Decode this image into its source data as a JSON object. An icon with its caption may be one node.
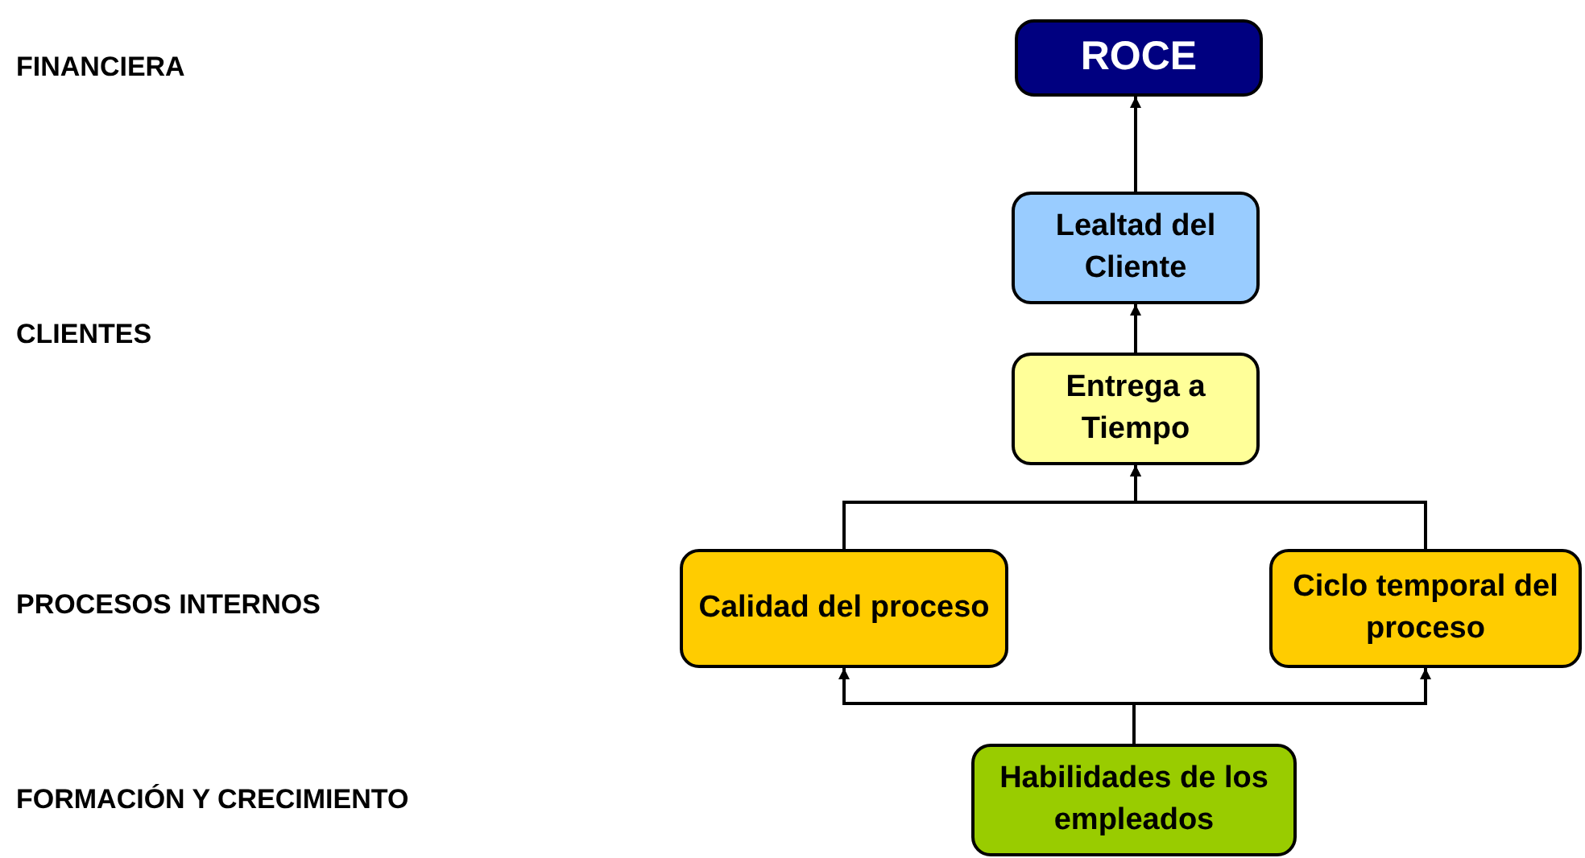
{
  "diagram": {
    "nodes": [
      {
        "text": [
          "ROCE"
        ]
      },
      {
        "text": [
          "Lealtad del Cliente"
        ]
      },
      {
        "text": [
          "Entrega a Tiempo"
        ]
      },
      {
        "text": [
          "Calidad del proceso"
        ]
      },
      {
        "text": [
          "Ciclo temporal del proceso"
        ]
      },
      {
        "text": [
          "Habilidades de los empleados"
        ]
      }
    ],
    "edges": [
      {
        "from": 1,
        "to": 0,
        "arrow": "to"
      },
      {
        "from": 2,
        "to": 1,
        "arrow": "to"
      },
      {
        "from": 3,
        "to": 2,
        "arrow": "to"
      },
      {
        "from": 4,
        "to": 2,
        "arrow": "to"
      },
      {
        "from": 5,
        "to": 3,
        "arrow": "to"
      },
      {
        "from": 5,
        "to": 4,
        "arrow": "to"
      }
    ],
    "labels": [
      "FINANCIERA",
      "CLIENTES",
      "PROCESOS INTERNOS",
      "FORMACIÓN Y CRECIMIENTO"
    ]
  }
}
